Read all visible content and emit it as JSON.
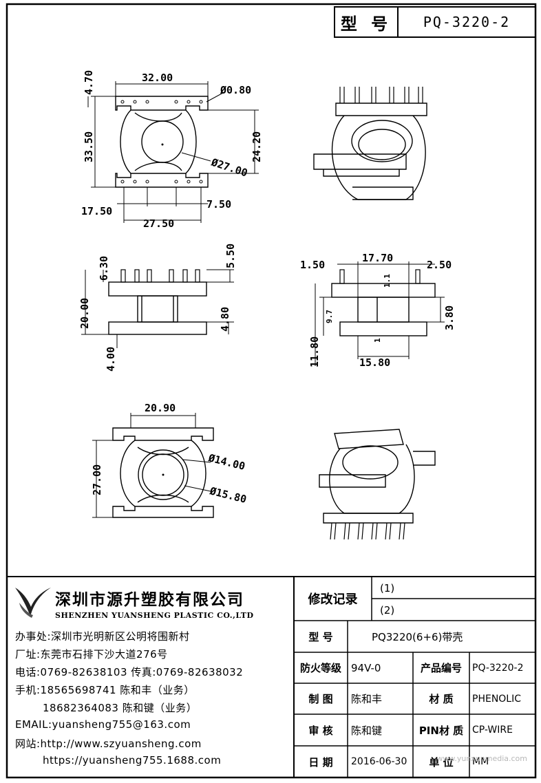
{
  "title_block": {
    "model_label": "型 号",
    "model_value": "PQ-3220-2"
  },
  "dimensions": {
    "top_view": [
      "4.70",
      "32.00",
      "Ø0.80",
      "33.50",
      "24.20",
      "Ø27.00",
      "17.50",
      "7.50",
      "27.50"
    ],
    "side_view": [
      "6.30",
      "5.50",
      "20.00",
      "4.80",
      "4.00"
    ],
    "front_view": [
      "1.50",
      "17.70",
      "2.50",
      "1.1",
      "9.7",
      "3.80",
      "11.80",
      "1",
      "15.80"
    ],
    "bottom_view": [
      "20.90",
      "Ø14.00",
      "27.00",
      "Ø15.80"
    ]
  },
  "company": {
    "name_cn": "深圳市源升塑胶有限公司",
    "name_en": "SHENZHEN YUANSHENG PLASTIC CO.,LTD",
    "office": "办事处:深圳市光明新区公明将围新村",
    "factory": "厂址:东莞市石排下沙大道276号",
    "phone": "电话:0769-82638103 传真:0769-82638032",
    "mobile1": "手机:18565698741 陈和丰（业务）",
    "mobile2": "18682364083 陈和键（业务）",
    "email": "EMAIL:yuansheng755@163.com",
    "website1": "网站:http://www.szyuansheng.com",
    "website2": "https://yuansheng755.1688.com"
  },
  "spec_table": {
    "revision_label": "修改记录",
    "rev1": "(1)",
    "rev2": "(2)",
    "type_label": "型 号",
    "type_value": "PQ3220(6+6)带壳",
    "fire_label": "防火等级",
    "fire_value": "94V-0",
    "product_no_label": "产品编号",
    "product_no_value": "PQ-3220-2",
    "drawn_label": "制 图",
    "drawn_value": "陈和丰",
    "material_label": "材 质",
    "material_value": "PHENOLIC",
    "checked_label": "审 核",
    "checked_value": "陈和键",
    "pin_material_label": "PIN材 质",
    "pin_material_value": "CP-WIRE",
    "date_label": "日 期",
    "date_value": "2016-06-30",
    "unit_label": "单 位",
    "unit_value": "MM"
  },
  "watermark": "www.yunxunmedia.com"
}
